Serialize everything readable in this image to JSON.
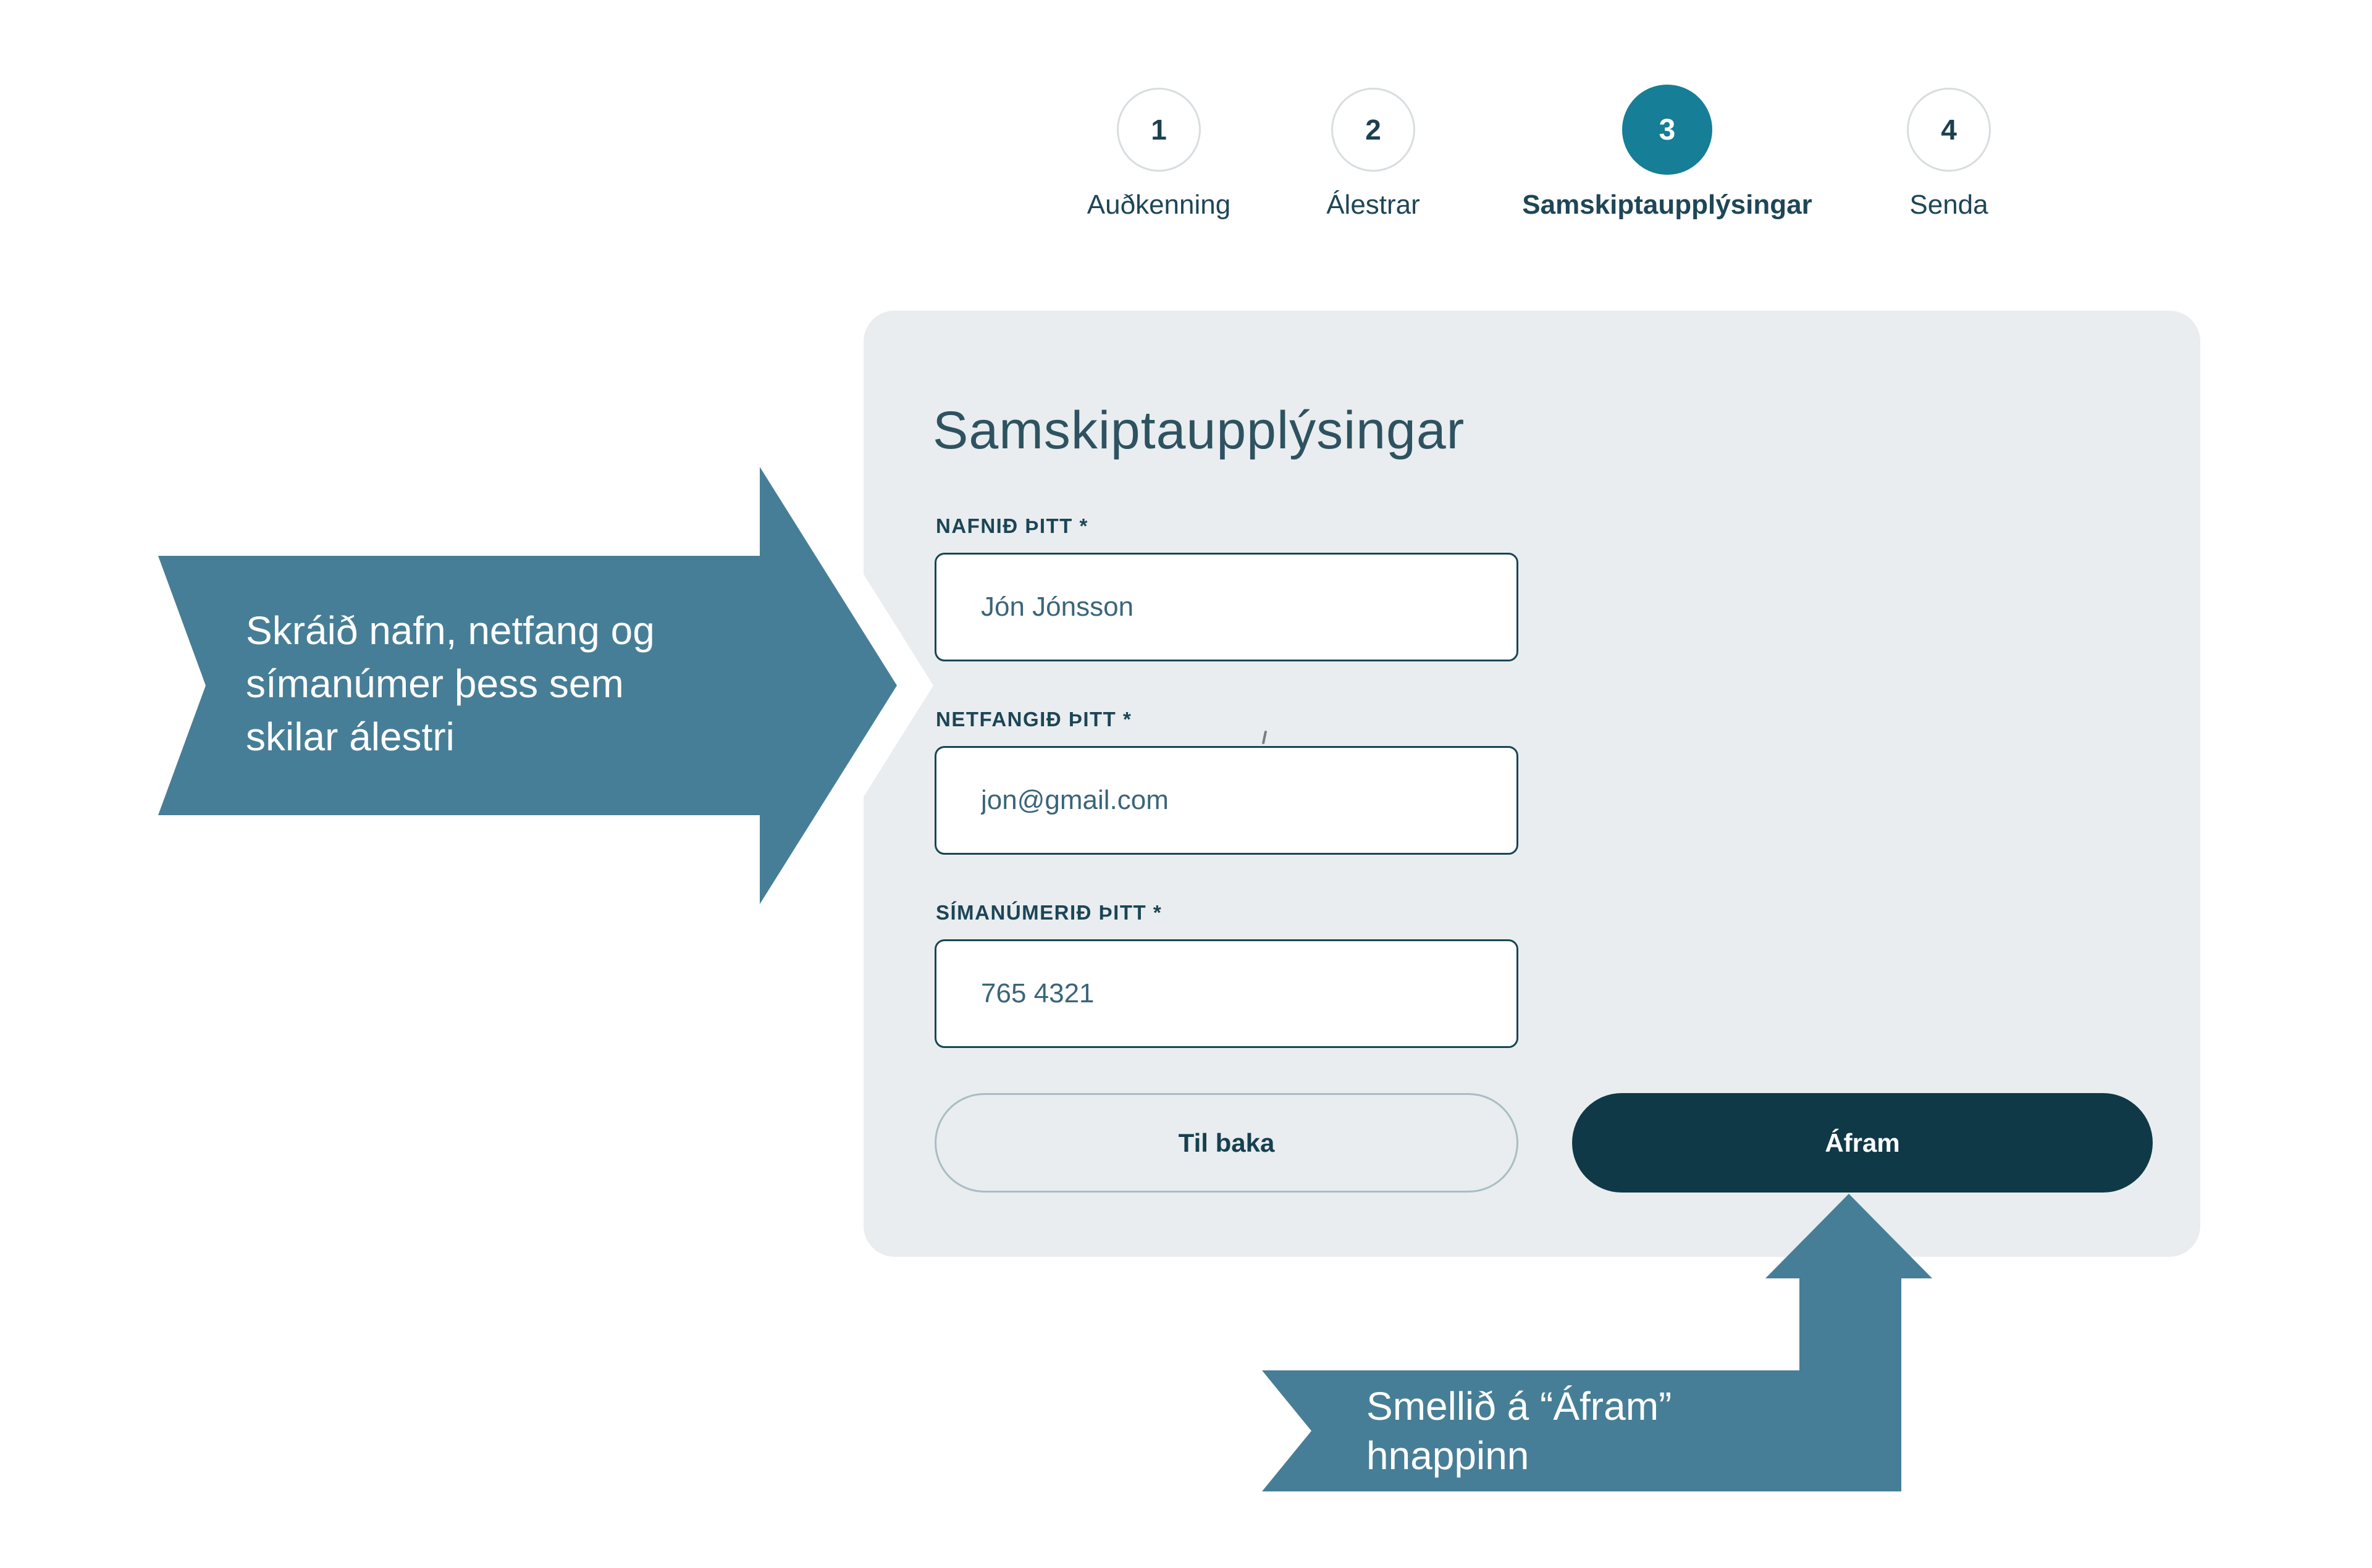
{
  "stepper": {
    "active_step": "3",
    "steps": [
      {
        "number": "1",
        "label": "Auðkenning"
      },
      {
        "number": "2",
        "label": "Álestrar"
      },
      {
        "number": "3",
        "label": "Samskiptaupplýsingar"
      },
      {
        "number": "4",
        "label": "Senda"
      }
    ]
  },
  "form": {
    "title": "Samskiptaupplýsingar",
    "fields": [
      {
        "label": "NAFNIÐ ÞITT *",
        "value": "Jón Jónsson"
      },
      {
        "label": "NETFANGIÐ ÞITT *",
        "value": "jon@gmail.com"
      },
      {
        "label": "SÍMANÚMERIÐ ÞITT *",
        "value": "765 4321"
      }
    ],
    "back_button": "Til baka",
    "next_button": "Áfram"
  },
  "annotations": {
    "left_arrow": {
      "line1": "Skráið nafn, netfang og",
      "line2": "símanúmer þess sem",
      "line3": "skilar álestri"
    },
    "bottom_arrow": {
      "line1": "Smellið á “Áfram”",
      "line2": "hnappinn"
    }
  },
  "colors": {
    "annotation_teal": "#477e97",
    "active_step_teal": "#167e96",
    "primary_button_dark": "#0f3947",
    "card_background": "#e9edef",
    "label_dark": "#1c4556",
    "input_border": "#174653"
  }
}
